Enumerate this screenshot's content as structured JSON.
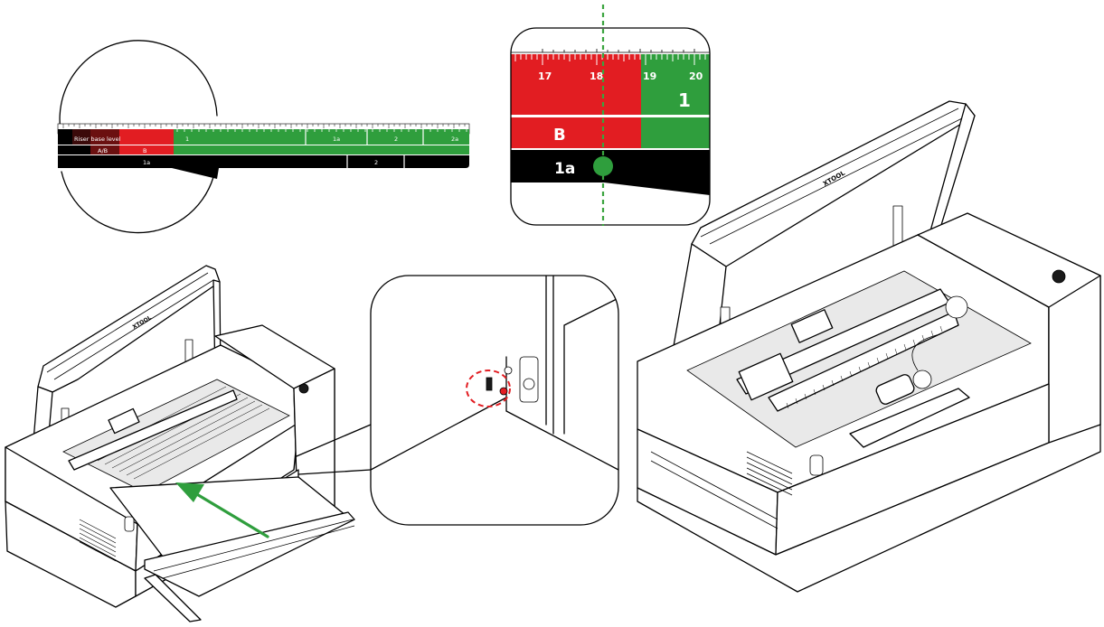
{
  "brand": {
    "logo_text": "XTOOL"
  },
  "colors": {
    "red": "#e21d22",
    "green": "#2f9e3d",
    "black": "#000000",
    "dark_red": "#6b1010",
    "guide_green": "#3aa43e"
  },
  "small_scale": {
    "riser_label": "Riser base level",
    "row1": [
      "1",
      "1a",
      "2",
      "2a"
    ],
    "row2": [
      "A/B",
      "B"
    ],
    "row3": [
      "1a",
      "2"
    ]
  },
  "zoom_scale": {
    "ticks": [
      "17",
      "18",
      "19",
      "20"
    ],
    "mid_labels": [
      "B",
      "1"
    ],
    "bottom_label": "1a"
  },
  "icons": [
    "magnifier-circle-icon",
    "insert-arrow-icon",
    "port-highlight-circle-icon",
    "alignment-dot-icon"
  ]
}
